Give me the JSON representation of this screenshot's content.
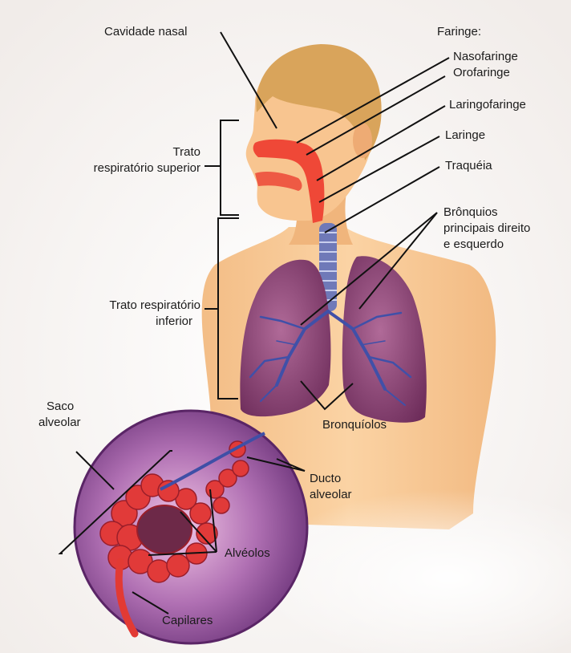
{
  "diagram": {
    "labels": {
      "cavidade_nasal": "Cavidade nasal",
      "faringe": "Faringe:",
      "nasofaringe": "Nasofaringe",
      "orofaringe": "Orofaringe",
      "laringofaringe": "Laringofaringe",
      "laringe": "Laringe",
      "traqueia": "Traquéia",
      "bronquios_1": "Brônquios",
      "bronquios_2": "principais direito",
      "bronquios_3": "e esquerdo",
      "trato_superior_1": "Trato",
      "trato_superior_2": "respiratório superior",
      "trato_inferior_1": "Trato respiratório",
      "trato_inferior_2": "inferior",
      "bronquiolos": "Bronquíolos",
      "saco_alveolar_1": "Saco",
      "saco_alveolar_2": "alveolar",
      "ducto_alveolar_1": "Ducto",
      "ducto_alveolar_2": "alveolar",
      "alveolos": "Alvéolos",
      "capilares": "Capilares"
    },
    "colors": {
      "skin": "#f7c996",
      "skin_shadow": "#e2a66f",
      "hair": "#d7a55f",
      "airway": "#ee4a3a",
      "lung": "#8c3d6d",
      "vessel": "#3f4fa6",
      "inset_bg": "#7b3f83",
      "alveoli": "#e43b3a",
      "leader_line": "#111111"
    }
  }
}
